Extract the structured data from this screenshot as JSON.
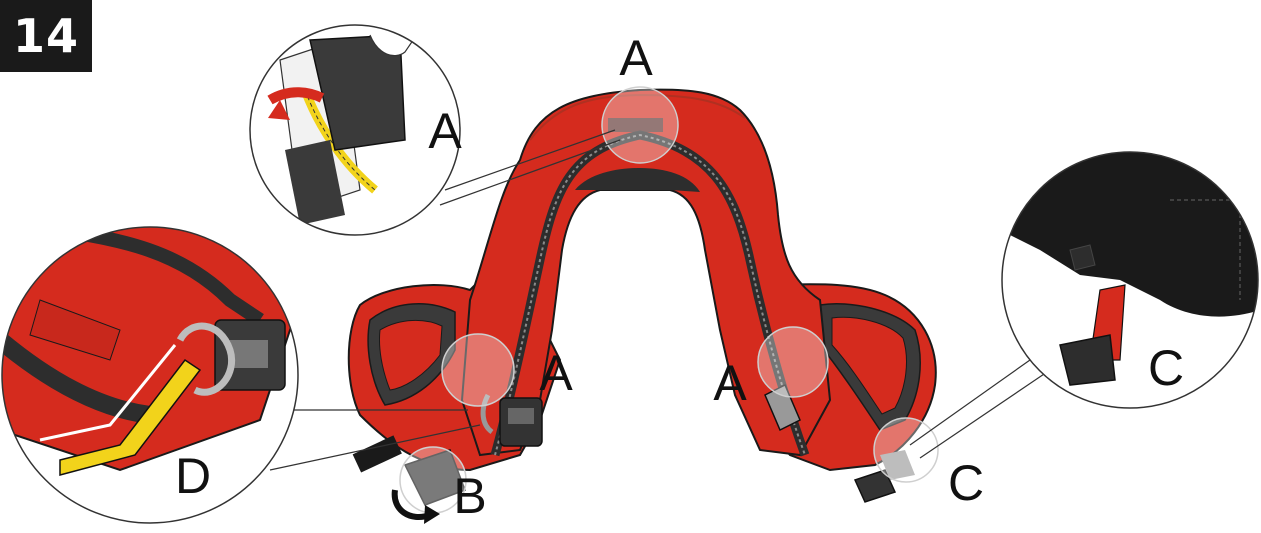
{
  "step": {
    "number": "14"
  },
  "callouts": {
    "top": "A",
    "inset_a": "A",
    "left": "A",
    "right": "A",
    "b": "B",
    "c_inset": "C",
    "c": "C",
    "d": "D"
  },
  "colors": {
    "red": "#d52b1e",
    "dark": "#2d2d2d",
    "black": "#1a1a1a",
    "yellow": "#f2d31b",
    "silver": "#b9b9b9"
  },
  "icons": [
    "curved-arrow-icon",
    "zipper-icon",
    "buckle-icon",
    "strap-icon"
  ]
}
